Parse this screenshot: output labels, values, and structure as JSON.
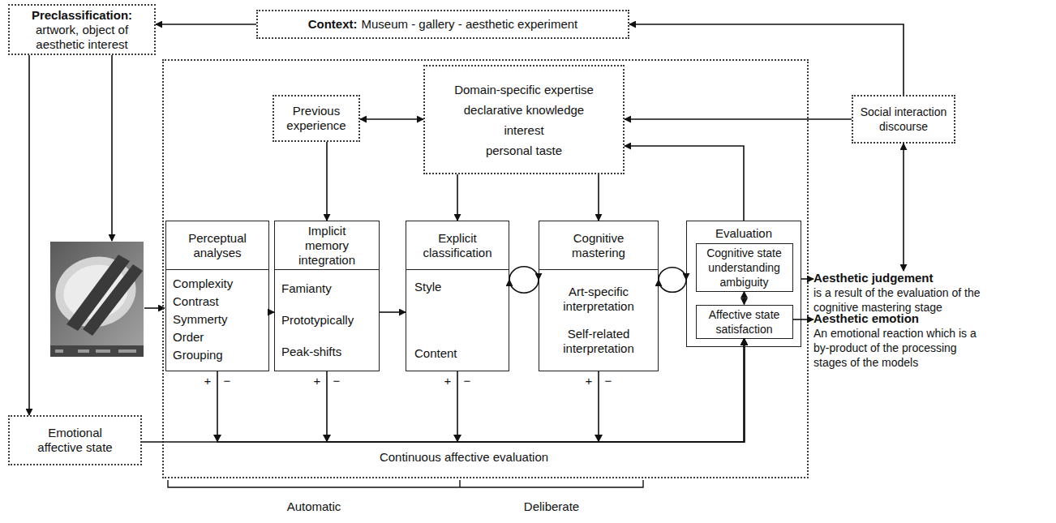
{
  "diagram": {
    "nodes": [
      {
        "text": [
          "Preclassification:",
          "artwork, object of aesthetic interest"
        ]
      },
      {
        "text": [
          "Context:",
          "Museum - gallery - aesthetic experiment"
        ]
      },
      {
        "text": [
          "Continuous affective evaluation"
        ]
      },
      {
        "text": [
          "Previous experience"
        ],
        "in": 2
      },
      {
        "text": [
          "Domain-specific expertise",
          "declarative knowledge",
          "interest",
          "personal taste"
        ],
        "in": 2
      },
      {
        "text": [
          "Social interaction discourse"
        ]
      },
      {
        "text": [
          "Perceptual analyses",
          "Complexity",
          "Contrast",
          "Symmerty",
          "Order",
          "Grouping"
        ],
        "in": 2
      },
      {
        "text": [
          "Implicit memory integration",
          "Famianty",
          "Prototypically",
          "Peak-shifts"
        ],
        "in": 2
      },
      {
        "text": [
          "Explicit classification",
          "Style",
          "Content"
        ],
        "in": 2
      },
      {
        "text": [
          "Cognitive mastering",
          "Art-specific interpretation",
          "Self-related interpretation"
        ],
        "in": 2
      },
      {
        "text": [
          "Evaluation"
        ],
        "in": 2
      },
      {
        "text": [
          "Cognitive state understanding ambiguity"
        ],
        "in": 10
      },
      {
        "text": [
          "Affective state satisfaction"
        ],
        "in": 10
      },
      {
        "text": [
          "Aesthetic judgement",
          "is a result of the evaluation of the cognitive mastering stage"
        ]
      },
      {
        "text": [
          "Aesthetic emotion",
          "An emotional reaction which is a by-product of the processing stages of the models"
        ]
      },
      {
        "text": [
          "Emotional affective state"
        ]
      }
    ],
    "edges": [
      {
        "from": 1,
        "to": 0,
        "arrow": "to"
      },
      {
        "from": 5,
        "to": 1,
        "arrow": "to"
      },
      {
        "from": 0,
        "to": 15,
        "arrow": "to"
      },
      {
        "from": 3,
        "to": 4,
        "arrow": "both"
      },
      {
        "from": 3,
        "to": 7,
        "arrow": "to"
      },
      {
        "from": 4,
        "to": 8,
        "arrow": "to"
      },
      {
        "from": 4,
        "to": 9,
        "arrow": "to"
      },
      {
        "from": 10,
        "to": 4,
        "arrow": "to"
      },
      {
        "from": 5,
        "to": 4,
        "arrow": "to"
      },
      {
        "from": 6,
        "to": 7,
        "arrow": "to"
      },
      {
        "from": 7,
        "to": 8,
        "arrow": "to"
      },
      {
        "from": 8,
        "to": 9,
        "arrow": "both"
      },
      {
        "from": 9,
        "to": 10,
        "arrow": "both"
      },
      {
        "from": 11,
        "to": 12,
        "arrow": "both"
      },
      {
        "from": 10,
        "to": 13,
        "arrow": "to"
      },
      {
        "from": 12,
        "to": 14,
        "arrow": "to"
      },
      {
        "from": 5,
        "to": 13,
        "arrow": "both"
      },
      {
        "from": 15,
        "to": 12,
        "arrow": "to"
      },
      {
        "from": 6,
        "to": 12,
        "arrow": "to"
      },
      {
        "from": 7,
        "to": 12,
        "arrow": "to"
      },
      {
        "from": 8,
        "to": 12,
        "arrow": "to"
      },
      {
        "from": 9,
        "to": 12,
        "arrow": "to"
      }
    ],
    "labels": [
      "+",
      "−",
      "+",
      "−",
      "+",
      "−",
      "+",
      "−",
      "Automatic",
      "Deliberate"
    ]
  }
}
